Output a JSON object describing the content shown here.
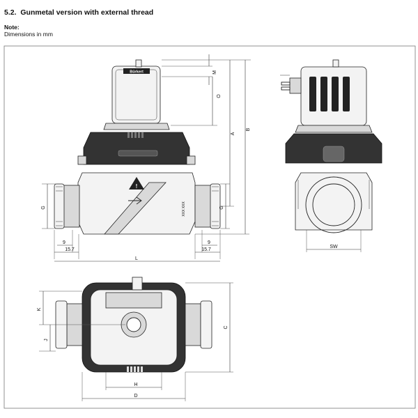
{
  "section": {
    "number": "5.2.",
    "title": "Gunmetal version with external thread"
  },
  "note": {
    "label": "Note:",
    "text": "Dimensions in mm"
  },
  "front_view": {
    "brand_label": "Bürkert",
    "dims": {
      "M": "M",
      "O": "O",
      "A": "A",
      "B": "B",
      "G_left": "G",
      "G_right": "G",
      "dim_9_left": "9",
      "dim_15_7_left": "15.7",
      "dim_9_right": "9",
      "dim_15_7_right": "15.7",
      "L": "L"
    }
  },
  "side_view": {
    "dims": {
      "SW": "SW"
    }
  },
  "top_view": {
    "dims": {
      "K": "K",
      "J": "J",
      "C": "C",
      "H": "H",
      "D": "D"
    }
  }
}
